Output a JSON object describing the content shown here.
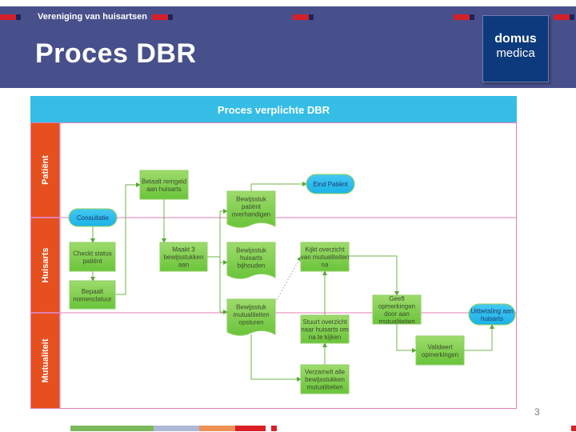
{
  "header": {
    "organization": "Vereniging van huisartsen",
    "title": "Proces DBR",
    "logo": {
      "line1": "domus",
      "line2": "medica"
    }
  },
  "diagram": {
    "title": "Proces verplichte DBR",
    "lanes": [
      {
        "id": "patient",
        "label": "Patiënt"
      },
      {
        "id": "huisarts",
        "label": "Huisarts"
      },
      {
        "id": "mutualiteit",
        "label": "Mutualiteit"
      }
    ],
    "nodes": [
      {
        "id": "consultatie",
        "type": "terminator",
        "lines": [
          "Consultatie"
        ]
      },
      {
        "id": "checkt-status",
        "type": "process",
        "lines": [
          "Checkt status",
          "patiënt"
        ]
      },
      {
        "id": "bepaalt-nomenclatuur",
        "type": "process",
        "lines": [
          "Bepaalt",
          "nomenclatuur"
        ]
      },
      {
        "id": "betaalt-remgeld",
        "type": "process",
        "lines": [
          "Betaalt remgeld",
          "aan huisarts"
        ]
      },
      {
        "id": "maakt-bewijsstukken",
        "type": "process",
        "lines": [
          "Maakt 3",
          "bewijsstukken",
          "aan"
        ]
      },
      {
        "id": "bewijsstuk-patient",
        "type": "document",
        "lines": [
          "Bewijsstuk",
          "patiënt",
          "overhandigen"
        ]
      },
      {
        "id": "bewijsstuk-huisarts",
        "type": "document",
        "lines": [
          "Bewijsstuk",
          "huisarts",
          "bijhouden"
        ]
      },
      {
        "id": "bewijsstuk-mutualiteiten",
        "type": "document",
        "lines": [
          "Bewijsstuk",
          "mutualiteiten",
          "opsturen"
        ]
      },
      {
        "id": "eind-patient",
        "type": "terminator",
        "lines": [
          "Eind Patiënt"
        ]
      },
      {
        "id": "kijkt-overzicht",
        "type": "process",
        "lines": [
          "Kijkt overzicht",
          "van mutualiteiten",
          "na"
        ]
      },
      {
        "id": "stuurt-overzicht",
        "type": "process",
        "lines": [
          "Stuurt overzicht",
          "naar huisarts om",
          "na te kijken"
        ]
      },
      {
        "id": "verzamelt-bewijsstukken",
        "type": "process",
        "lines": [
          "Verzamelt alle",
          "bewijsstukken",
          "mutualiteiten"
        ]
      },
      {
        "id": "geeft-opmerkingen",
        "type": "process",
        "lines": [
          "Geeft",
          "opmerkingen",
          "door aan",
          "mutualiteiten"
        ]
      },
      {
        "id": "valideert-opmerkingen",
        "type": "process",
        "lines": [
          "Valideert",
          "opmerkingen"
        ]
      },
      {
        "id": "uitbetaling",
        "type": "terminator",
        "lines": [
          "Uitbetaling aan",
          "huisarts"
        ]
      }
    ]
  },
  "colors": {
    "header_bg": "#48508b",
    "accent_red": "#d4202a",
    "diagram_title_bg": "#35bde6",
    "lane_label_bg": "#e5501e",
    "process_fill": "#7fcf4f",
    "terminator_fill": "#2ebdee",
    "lane_line": "#e07fb0"
  },
  "footer": {
    "page_number": "3"
  }
}
